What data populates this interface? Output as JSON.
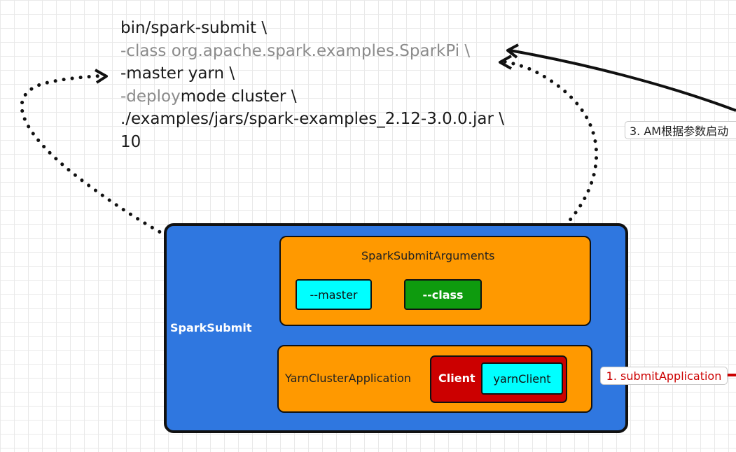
{
  "command": {
    "line1": "bin/spark-submit \\",
    "line2_flag": "-class",
    "line2_rest": " org.apache.spark.examples.SparkPi \\",
    "line3": "-master yarn \\",
    "line4_flag": "-deploy",
    "line4_rest": "mode cluster \\",
    "line5": "./examples/jars/spark-examples_2.12-3.0.0.jar \\",
    "line6": "10"
  },
  "nodes": {
    "spark_submit": "SparkSubmit",
    "spark_submit_arguments": "SparkSubmitArguments",
    "master": "--master",
    "class": "--class",
    "yarn_cluster_application": "YarnClusterApplication",
    "client": "Client",
    "yarn_client": "yarnClient"
  },
  "edge_labels": {
    "submit_application": "1. submitApplication",
    "am_launch": "3. AM根据参数启动"
  },
  "colors": {
    "spark_submit_fill": "#2f77e0",
    "arguments_fill": "#ff9900",
    "master_fill": "#00ffff",
    "class_fill": "#0e9b0e",
    "client_fill": "#cc0000",
    "edge_red": "#cc0000"
  }
}
